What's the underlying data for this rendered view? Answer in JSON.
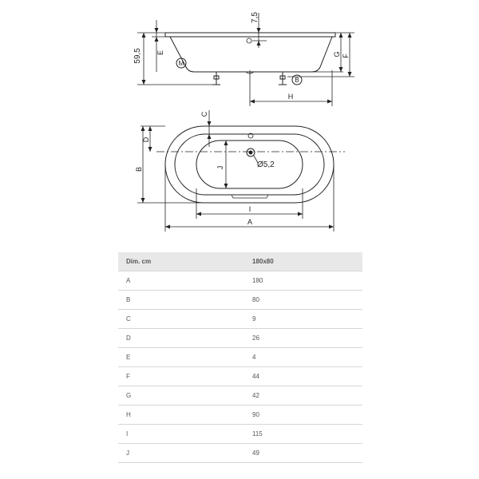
{
  "diagram": {
    "side_view": {
      "labels": {
        "total_height": "59,5",
        "rim": "7,5",
        "e": "E",
        "g": "G",
        "f": "F",
        "h": "H",
        "m_marker": "M",
        "b_marker": "B"
      }
    },
    "top_view": {
      "labels": {
        "c": "C",
        "d": "D",
        "b": "B",
        "j": "J",
        "i": "I",
        "a": "A",
        "drain": "Ø5,2"
      }
    }
  },
  "table": {
    "header": {
      "col1": "Dim. cm",
      "col2": "180x80"
    },
    "rows": [
      {
        "dim": "A",
        "value": "180"
      },
      {
        "dim": "B",
        "value": "80"
      },
      {
        "dim": "C",
        "value": "9"
      },
      {
        "dim": "D",
        "value": "26"
      },
      {
        "dim": "E",
        "value": "4"
      },
      {
        "dim": "F",
        "value": "44"
      },
      {
        "dim": "G",
        "value": "42"
      },
      {
        "dim": "H",
        "value": "90"
      },
      {
        "dim": "I",
        "value": "115"
      },
      {
        "dim": "J",
        "value": "49"
      }
    ]
  }
}
